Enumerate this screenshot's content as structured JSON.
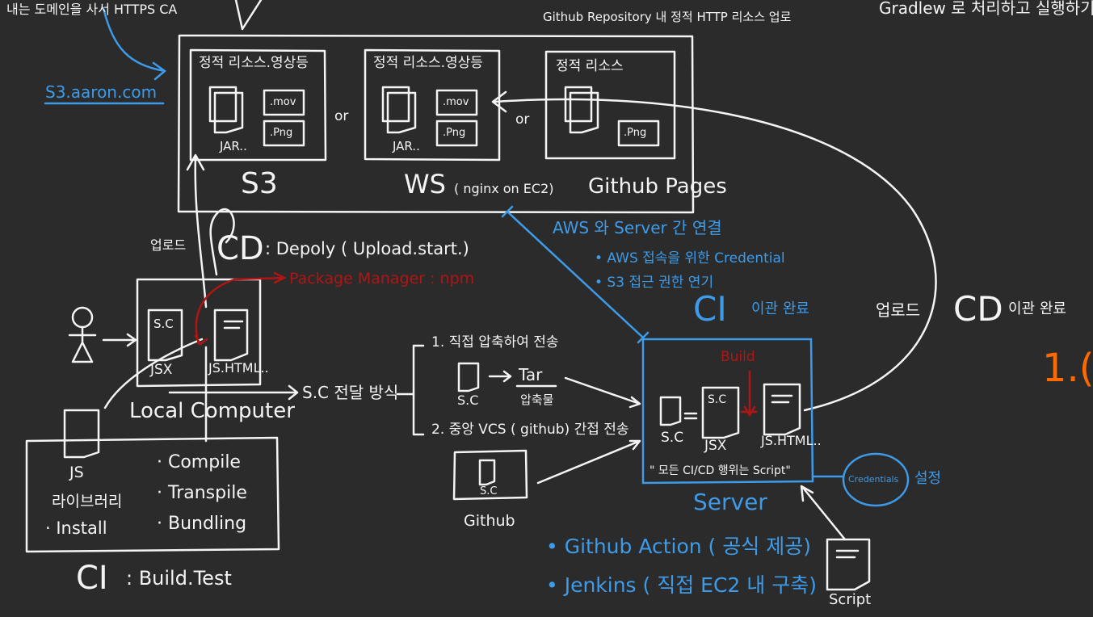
{
  "texts": {
    "top_left_note": "내는 도메인을 사서 HTTPS CA",
    "s3_domain": "S3.aaron.com",
    "top_right_note": "Gradlew 로 처리하고 실행하기",
    "github_repo_note": "Github Repository 내 정적 HTTP 리소스 업로",
    "box1_title": "정적 리소스.영상등",
    "box2_title": "정적 리소스.영상등",
    "box3_title": "정적 리소스",
    "mov": ".mov",
    "png": ".Png",
    "jar": "JAR..",
    "or": "or",
    "s3_label": "S3",
    "ws_label": "WS",
    "ws_sub": "( nginx on EC2)",
    "github_pages": "Github Pages",
    "upload_left": "업로드",
    "cd_title": "CD",
    "cd_detail": ": Depoly ( Upload.start.)",
    "package_manager": "Package Manager : npm",
    "aws_link": "AWS 와 Server 간 연결",
    "aws_bullet1": "• AWS 접속을 위한 Credential",
    "aws_bullet2": "• S3 접근 권한 연기",
    "ci_handoff": "CI",
    "ci_handoff_suffix": "이관 완료",
    "upload_right": "업로드",
    "cd_handoff": "CD",
    "cd_handoff_suffix": "이관 완료",
    "partial_number": "1.(",
    "sc": "S.C",
    "jsx": "JSX",
    "js_html": "JS.HTML..",
    "local_computer": "Local Computer",
    "sc_transfer": "S.C 전달 방식",
    "transfer1": "1. 직접 압축하여 전송",
    "tar": "Tar",
    "compressed": "압축물",
    "transfer2": "2. 중앙 VCS ( github) 간접 전송",
    "github": "Github",
    "build": "Build",
    "server_sc": "S.C",
    "server_jsx": "JSX",
    "server_js_html": "JS.HTML..",
    "all_ci_script": "\" 모든 CI/CD 행위는 Script\"",
    "credentials": "Credentials",
    "setup": "설정",
    "server": "Server",
    "js_lib": "JS",
    "js_lib2": "라이브러리",
    "install": "· Install",
    "compile": "· Compile",
    "transpile": "· Transpile",
    "bundling": "· Bundling",
    "ci_title": "CI",
    "ci_detail": ": Build.Test",
    "gh_action": "• Github Action ( 공식 제공)",
    "jenkins": "• Jenkins ( 직접 EC2 내 구축)",
    "script": "Script"
  },
  "colors": {
    "background": "#2b2b2b",
    "chalk_white": "#f4f4f4",
    "chalk_blue": "#3d9be9",
    "chalk_red": "#b01515",
    "chalk_orange": "#ff6a00"
  }
}
